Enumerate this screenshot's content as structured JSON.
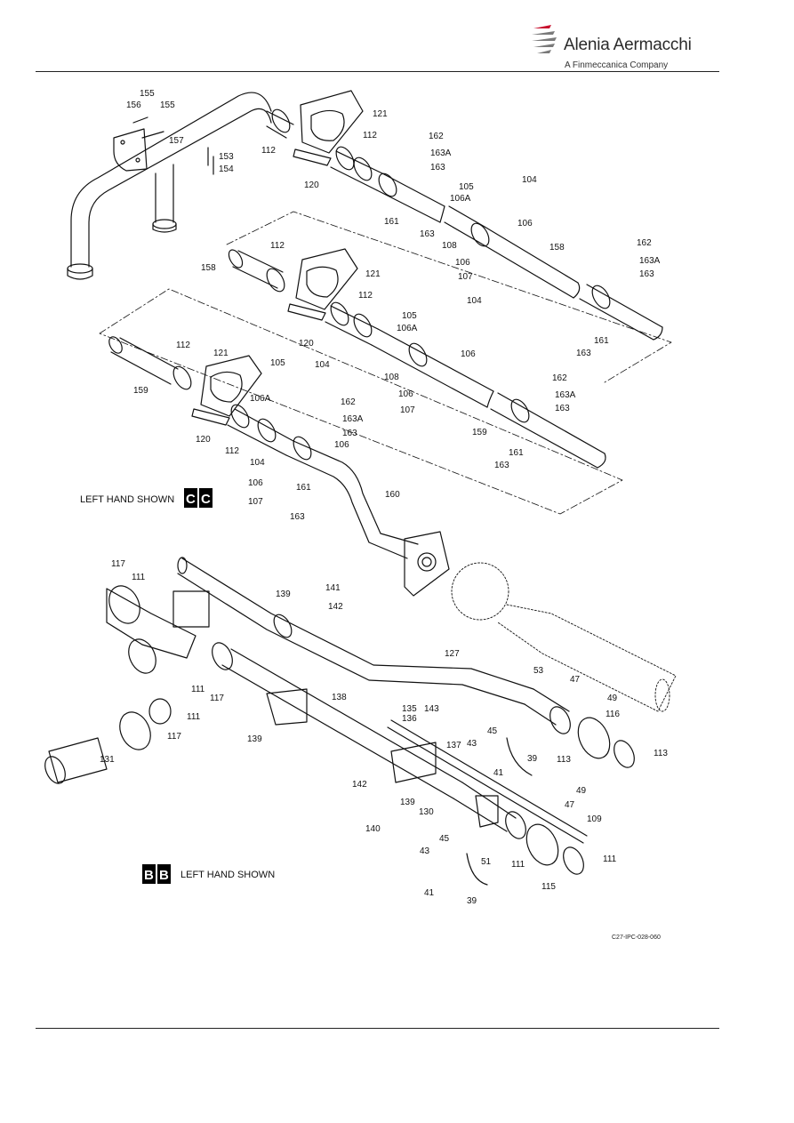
{
  "header": {
    "company": "Alenia Aermacchi",
    "subtitle": "A Finmeccanica Company"
  },
  "figure": {
    "code": "C27-IPC-028-060",
    "view_cc": {
      "letter": "C",
      "note": "LEFT HAND SHOWN"
    },
    "view_bb": {
      "letter": "B",
      "note": "LEFT HAND SHOWN"
    },
    "callouts": {
      "c155a": "155",
      "c155b": "155",
      "c156": "156",
      "c157": "157",
      "c153": "153",
      "c154": "154",
      "c112a": "112",
      "c120a": "120",
      "c121a": "121",
      "c112b": "112",
      "c162a": "162",
      "c163Aa": "163A",
      "c163a": "163",
      "c105a": "105",
      "c106Aa": "106A",
      "c104a": "104",
      "c106a": "106",
      "c161a": "161",
      "c163b": "163",
      "c108a": "108",
      "c158a": "158",
      "c162b": "162",
      "c163Ab": "163A",
      "c163c": "163",
      "c106b": "106",
      "c107a": "107",
      "c161b": "161",
      "c163d": "163",
      "c112c": "112",
      "c158b": "158",
      "c121b": "121",
      "c112d": "112",
      "c120b": "120",
      "c104b": "104",
      "c105b": "105",
      "c106Ab": "106A",
      "c106c": "106",
      "c112e": "112",
      "c121c": "121",
      "c105c": "105",
      "c104c": "104",
      "c159a": "159",
      "c106Ac": "106A",
      "c162c": "162",
      "c163Ac": "163A",
      "c163e": "163",
      "c106d": "106",
      "c120c": "120",
      "c112f": "112",
      "c104d": "104",
      "c108b": "108",
      "c162d": "162",
      "c163Ad": "163A",
      "c163f": "163",
      "c106e": "106",
      "c107b": "107",
      "c159b": "159",
      "c161c": "161",
      "c163g": "163",
      "c106f": "106",
      "c161d": "161",
      "c107c": "107",
      "c163h": "163",
      "c160": "160",
      "c117a": "117",
      "c111a": "111",
      "c139a": "139",
      "c141": "141",
      "c142a": "142",
      "c111b": "111",
      "c117b": "117",
      "c138": "138",
      "c127": "127",
      "c53": "53",
      "c47a": "47",
      "c49a": "49",
      "c116": "116",
      "c111c": "111",
      "c117c": "117",
      "c139b": "139",
      "c135": "135",
      "c136": "136",
      "c143": "143",
      "c137": "137",
      "c45a": "45",
      "c43a": "43",
      "c41a": "41",
      "c39a": "39",
      "c113a": "113",
      "c113b": "113",
      "c131": "131",
      "c142b": "142",
      "c139c": "139",
      "c130": "130",
      "c140": "140",
      "c49b": "49",
      "c47b": "47",
      "c109": "109",
      "c45b": "45",
      "c43b": "43",
      "c51": "51",
      "c111d": "111",
      "c111e": "111",
      "c115": "115",
      "c41b": "41",
      "c39b": "39"
    }
  }
}
